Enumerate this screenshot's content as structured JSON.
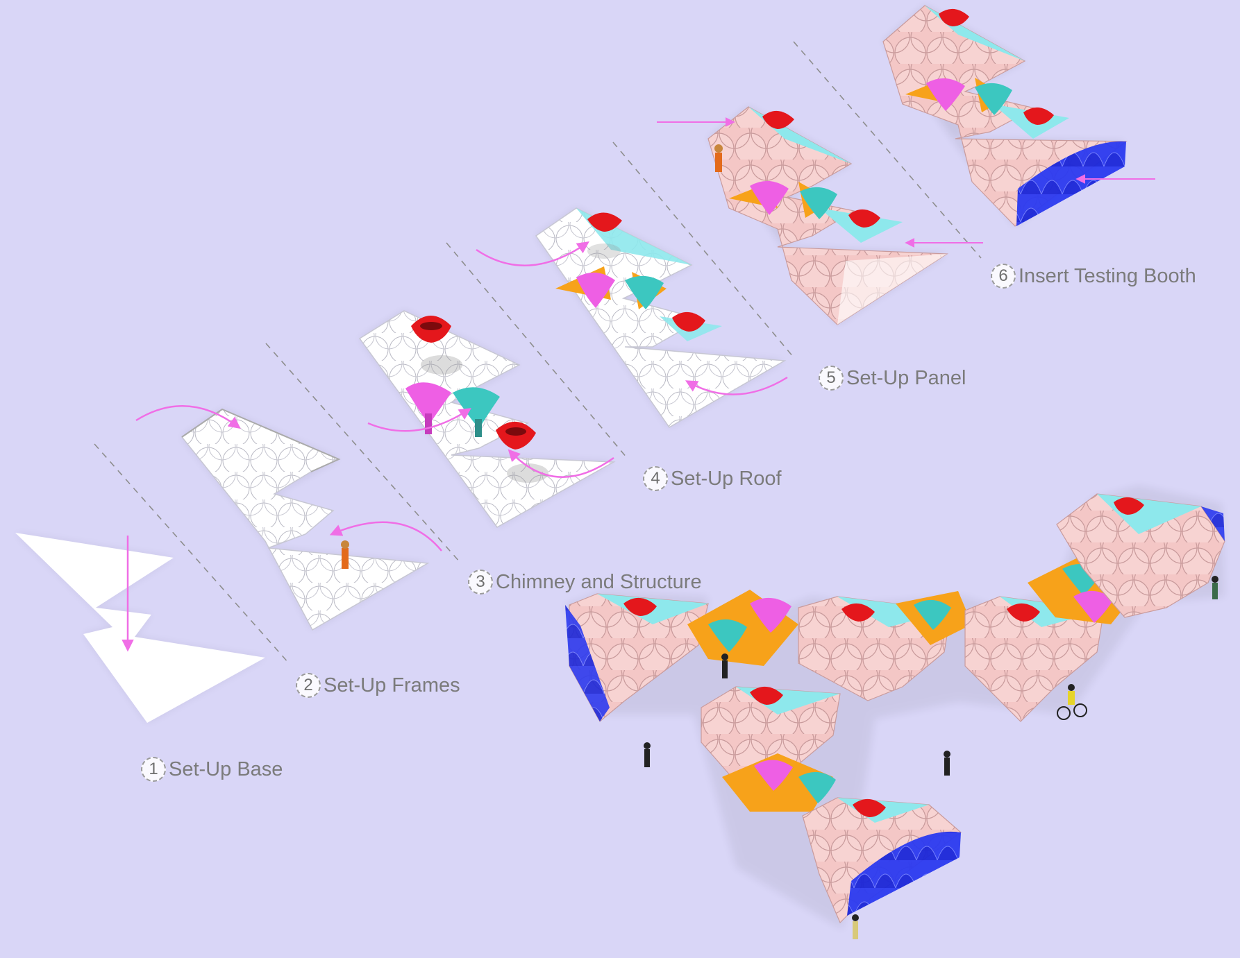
{
  "steps": [
    {
      "num": "1",
      "label": "Set-Up Base"
    },
    {
      "num": "2",
      "label": "Set-Up Frames"
    },
    {
      "num": "3",
      "label": "Chimney and Structure"
    },
    {
      "num": "4",
      "label": "Set-Up Roof"
    },
    {
      "num": "5",
      "label": "Set-Up Panel"
    },
    {
      "num": "6",
      "label": "Insert Testing Booth"
    }
  ],
  "colors": {
    "background": "#d9d6f7",
    "arrow": "#f06ee6",
    "panel_pink": "#f3c4c4",
    "panel_cyan": "#8ee8ec",
    "panel_orange": "#f7a21a",
    "chimney_magenta": "#ee5fe4",
    "chimney_teal": "#3cc7c0",
    "chimney_red": "#e4171c",
    "booth_blue": "#1f2ee8",
    "frame_white": "#ffffff",
    "guide_line": "#8e8e8e"
  }
}
